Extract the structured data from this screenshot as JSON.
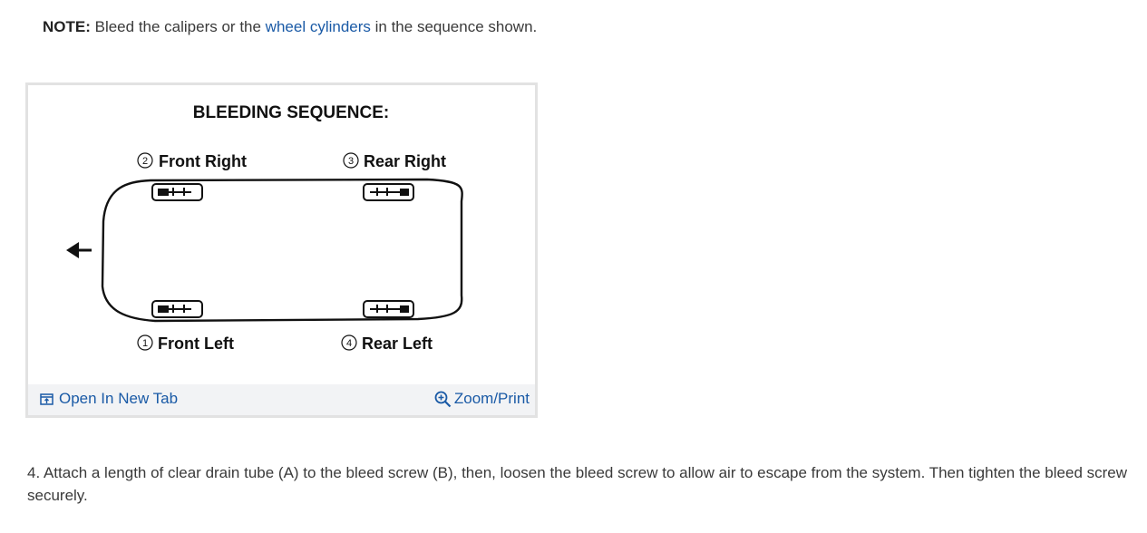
{
  "note": {
    "label": "NOTE:",
    "text_before": " Bleed the calipers or the ",
    "link_text": "wheel cylinders",
    "text_after": " in the sequence shown."
  },
  "figure": {
    "title": "BLEEDING SEQUENCE:",
    "wheels": {
      "front_right": {
        "num": "2",
        "label": "Front Right"
      },
      "rear_right": {
        "num": "3",
        "label": "Rear Right"
      },
      "front_left": {
        "num": "1",
        "label": "Front Left"
      },
      "rear_left": {
        "num": "4",
        "label": "Rear Left"
      }
    },
    "footer": {
      "open_tab": "Open In New Tab",
      "zoom": "Zoom/Print"
    }
  },
  "step": {
    "text": " 4. Attach a length of clear drain tube (A) to the bleed screw (B), then, loosen the bleed screw to allow air to escape from the system. Then tighten the bleed screw securely."
  },
  "colors": {
    "link": "#1a5aa6",
    "footer_bg": "#f2f3f5",
    "frame": "#e2e2e2"
  }
}
